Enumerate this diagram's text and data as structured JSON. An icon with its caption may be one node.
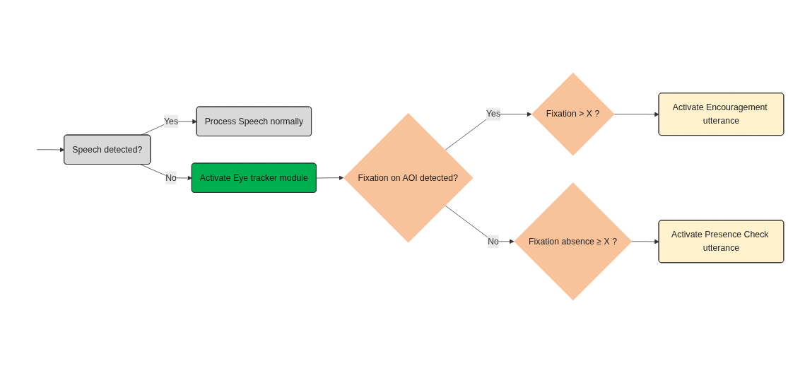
{
  "diagram": {
    "nodes": [
      {
        "text": [
          "Speech detected?"
        ]
      },
      {
        "text": [
          "Process Speech normally"
        ]
      },
      {
        "text": [
          "Activate Eye tracker module"
        ]
      },
      {
        "text": [
          "Fixation on AOI detected?"
        ]
      },
      {
        "text": [
          "Fixation > X ?"
        ]
      },
      {
        "text": [
          "Activate Encouragement utterance"
        ]
      },
      {
        "text": [
          "Fixation absence ≥ X ?"
        ]
      },
      {
        "text": [
          "Activate Presence Check utterance"
        ]
      }
    ],
    "edges": [
      {
        "from": null,
        "to": 0,
        "arrow": "to"
      },
      {
        "from": 0,
        "to": 1,
        "label": "Yes",
        "arrow": "to"
      },
      {
        "from": 0,
        "to": 2,
        "label": "No",
        "arrow": "to"
      },
      {
        "from": 2,
        "to": 3,
        "arrow": "to"
      },
      {
        "from": 3,
        "to": 4,
        "label": "Yes",
        "arrow": "to"
      },
      {
        "from": 4,
        "to": 5,
        "arrow": "to"
      },
      {
        "from": 3,
        "to": 6,
        "label": "No",
        "arrow": "to"
      },
      {
        "from": 6,
        "to": 7,
        "arrow": "to"
      }
    ]
  }
}
